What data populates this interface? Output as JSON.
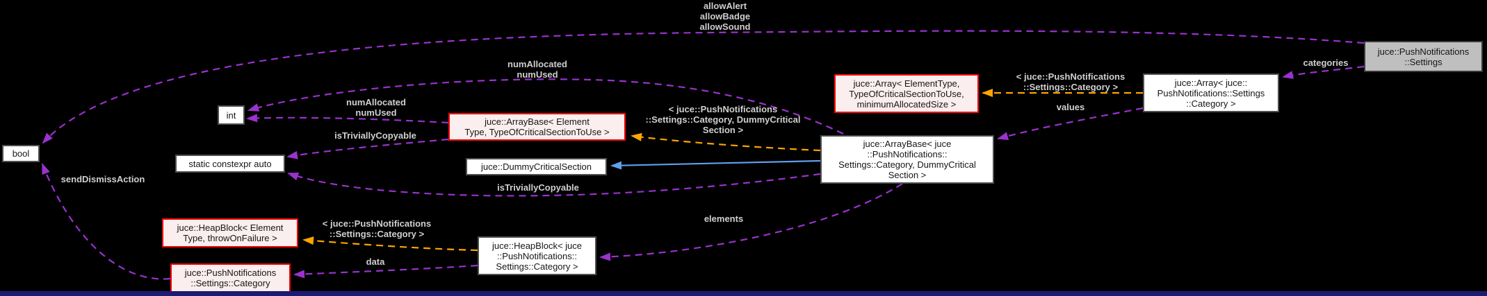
{
  "colors": {
    "background": "#000000",
    "usage_edge": "#9a32cd",
    "template_edge": "#ffa500",
    "inheritance_edge": "#5fa0ee",
    "node_border_red": "#ff0000",
    "node_fill_red": "#fbeeee",
    "node_fill_white": "#ffffff",
    "node_border_gray": "#4f4f4f",
    "node_fill_selected": "#bfbfbf",
    "edge_label_color": "#cfcfcf",
    "bottom_strip": "#1b1b74"
  },
  "nodes": {
    "bool": {
      "label": "bool"
    },
    "int_type": {
      "label": "int"
    },
    "static_constexpr": {
      "label": "static constexpr auto"
    },
    "arraybase_element": {
      "label": "juce::ArrayBase< Element\nType, TypeOfCriticalSectionToUse >"
    },
    "dummy_critical_section": {
      "label": "juce::DummyCriticalSection"
    },
    "heapblock_element": {
      "label": "juce::HeapBlock< Element\nType, throwOnFailure >"
    },
    "settings_category": {
      "label": "juce::PushNotifications\n::Settings::Category"
    },
    "heapblock_category": {
      "label": "juce::HeapBlock< juce\n::PushNotifications::\nSettings::Category >"
    },
    "arraybase_category": {
      "label": "juce::ArrayBase< juce\n::PushNotifications::\nSettings::Category, DummyCritical\nSection >"
    },
    "array_element": {
      "label": "juce::Array< ElementType,\nTypeOfCriticalSectionToUse,\nminimumAllocatedSize >"
    },
    "array_category": {
      "label": "juce::Array< juce::\nPushNotifications::Settings\n::Category >"
    },
    "settings": {
      "label": "juce::PushNotifications\n::Settings"
    }
  },
  "edge_labels": {
    "allow_flags": {
      "text": "allowAlert\nallowBadge\nallowSound"
    },
    "num_upper": {
      "text": "numAllocated\nnumUsed"
    },
    "num_lower": {
      "text": "numAllocated\nnumUsed"
    },
    "trivially_upper": {
      "text": "isTriviallyCopyable"
    },
    "trivially_lower": {
      "text": "isTriviallyCopyable"
    },
    "send_dismiss": {
      "text": "sendDismissAction"
    },
    "template_arraybase": {
      "text": "< juce::PushNotifications\n::Settings::Category, DummyCritical\nSection >"
    },
    "template_heapblock": {
      "text": "< juce::PushNotifications\n::Settings::Category >"
    },
    "template_array": {
      "text": "< juce::PushNotifications\n::Settings::Category >"
    },
    "values": {
      "text": "values"
    },
    "categories": {
      "text": "categories"
    },
    "elements": {
      "text": "elements"
    },
    "data": {
      "text": "data"
    }
  }
}
